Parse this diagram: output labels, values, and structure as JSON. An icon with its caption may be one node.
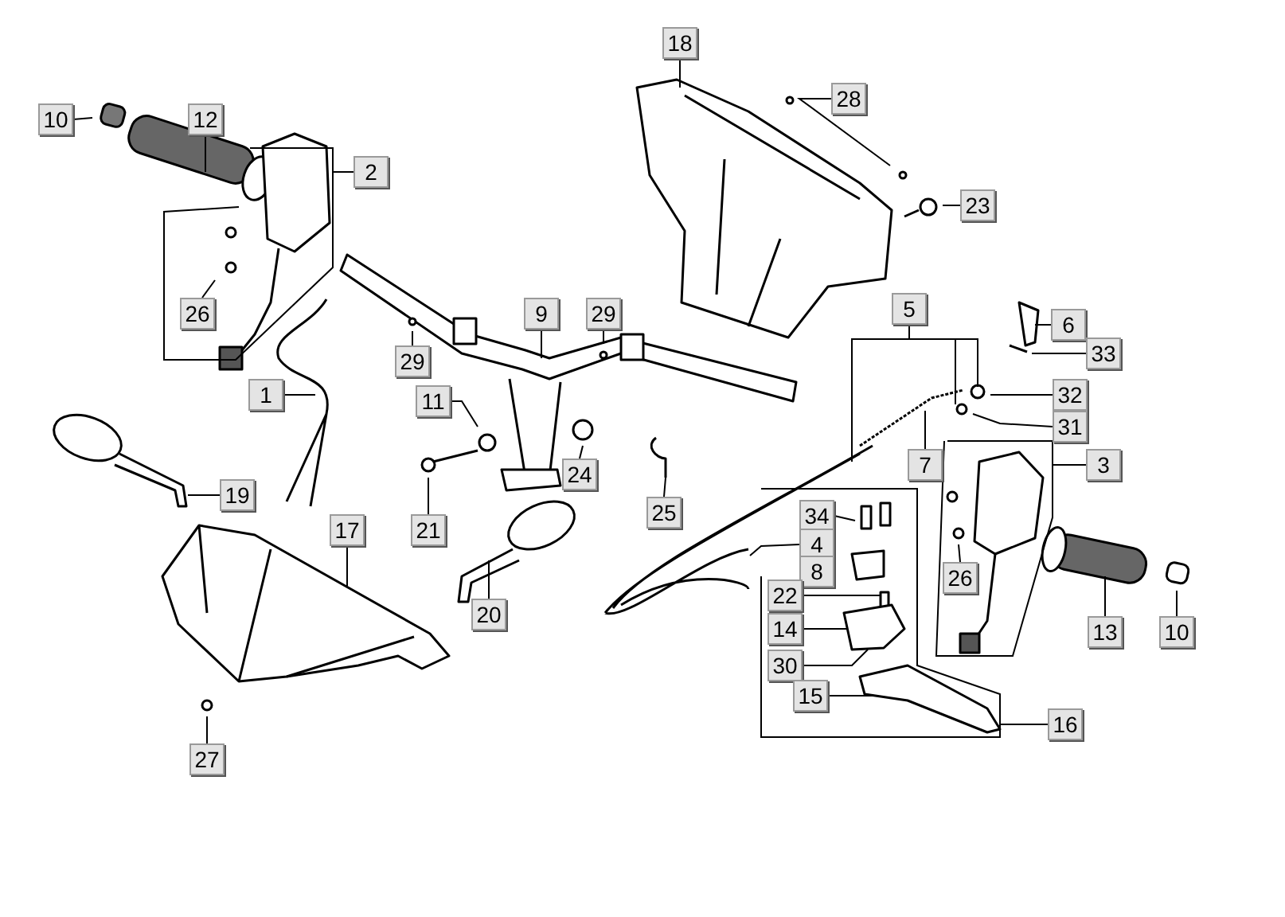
{
  "diagram": {
    "nodes": [
      {
        "text": [
          "18"
        ]
      },
      {
        "text": [
          "28"
        ]
      },
      {
        "text": [
          "10"
        ]
      },
      {
        "text": [
          "12"
        ]
      },
      {
        "text": [
          "2"
        ]
      },
      {
        "text": [
          "23"
        ]
      },
      {
        "text": [
          "26"
        ]
      },
      {
        "text": [
          "5"
        ]
      },
      {
        "text": [
          "9"
        ]
      },
      {
        "text": [
          "29"
        ]
      },
      {
        "text": [
          "6"
        ]
      },
      {
        "text": [
          "33"
        ]
      },
      {
        "text": [
          "29"
        ]
      },
      {
        "text": [
          "1"
        ]
      },
      {
        "text": [
          "32"
        ]
      },
      {
        "text": [
          "11"
        ]
      },
      {
        "text": [
          "31"
        ]
      },
      {
        "text": [
          "7"
        ]
      },
      {
        "text": [
          "3"
        ]
      },
      {
        "text": [
          "24"
        ]
      },
      {
        "text": [
          "19"
        ]
      },
      {
        "text": [
          "25"
        ]
      },
      {
        "text": [
          "34"
        ]
      },
      {
        "text": [
          "17"
        ]
      },
      {
        "text": [
          "21"
        ]
      },
      {
        "text": [
          "4"
        ]
      },
      {
        "text": [
          "8"
        ]
      },
      {
        "text": [
          "26"
        ]
      },
      {
        "text": [
          "22"
        ]
      },
      {
        "text": [
          "20"
        ]
      },
      {
        "text": [
          "14"
        ]
      },
      {
        "text": [
          "13"
        ]
      },
      {
        "text": [
          "10"
        ]
      },
      {
        "text": [
          "30"
        ]
      },
      {
        "text": [
          "15"
        ]
      },
      {
        "text": [
          "16"
        ]
      },
      {
        "text": [
          "27"
        ]
      }
    ],
    "edges": [
      {
        "from": 0,
        "to": null,
        "arrow": "none"
      },
      {
        "from": 1,
        "to": null,
        "arrow": "none"
      },
      {
        "from": 2,
        "to": null,
        "arrow": "none"
      },
      {
        "from": 3,
        "to": null,
        "arrow": "none"
      },
      {
        "from": 4,
        "to": null,
        "arrow": "none"
      },
      {
        "from": 5,
        "to": null,
        "arrow": "none"
      },
      {
        "from": 6,
        "to": null,
        "arrow": "none"
      },
      {
        "from": 7,
        "to": null,
        "arrow": "none"
      },
      {
        "from": 8,
        "to": null,
        "arrow": "none"
      },
      {
        "from": 9,
        "to": null,
        "arrow": "none"
      },
      {
        "from": 10,
        "to": null,
        "arrow": "none"
      },
      {
        "from": 11,
        "to": null,
        "arrow": "none"
      },
      {
        "from": 12,
        "to": null,
        "arrow": "none"
      },
      {
        "from": 13,
        "to": null,
        "arrow": "none"
      },
      {
        "from": 14,
        "to": null,
        "arrow": "none"
      },
      {
        "from": 15,
        "to": null,
        "arrow": "none"
      },
      {
        "from": 16,
        "to": null,
        "arrow": "none"
      },
      {
        "from": 17,
        "to": null,
        "arrow": "none"
      },
      {
        "from": 18,
        "to": null,
        "arrow": "none"
      },
      {
        "from": 19,
        "to": null,
        "arrow": "none"
      },
      {
        "from": 20,
        "to": null,
        "arrow": "none"
      },
      {
        "from": 21,
        "to": null,
        "arrow": "none"
      },
      {
        "from": 22,
        "to": null,
        "arrow": "none"
      },
      {
        "from": 23,
        "to": null,
        "arrow": "none"
      },
      {
        "from": 24,
        "to": null,
        "arrow": "none"
      },
      {
        "from": 25,
        "to": null,
        "arrow": "none"
      },
      {
        "from": 27,
        "to": null,
        "arrow": "none"
      },
      {
        "from": 28,
        "to": null,
        "arrow": "none"
      },
      {
        "from": 29,
        "to": null,
        "arrow": "none"
      },
      {
        "from": 30,
        "to": null,
        "arrow": "none"
      },
      {
        "from": 31,
        "to": null,
        "arrow": "none"
      },
      {
        "from": 32,
        "to": null,
        "arrow": "none"
      },
      {
        "from": 33,
        "to": null,
        "arrow": "none"
      },
      {
        "from": 34,
        "to": null,
        "arrow": "none"
      },
      {
        "from": 35,
        "to": null,
        "arrow": "none"
      },
      {
        "from": 36,
        "to": null,
        "arrow": "none"
      }
    ]
  }
}
